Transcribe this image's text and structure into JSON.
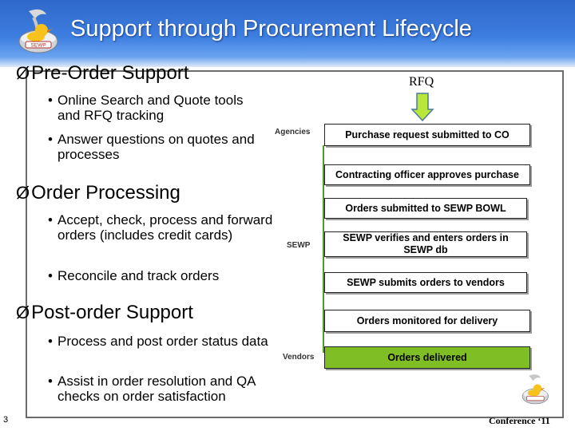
{
  "slide": {
    "title": "Support through Procurement Lifecycle",
    "page_number": "3",
    "footer": "Conference ‘11",
    "logo_text": "SEWP"
  },
  "sections": [
    {
      "heading": "Pre-Order Support",
      "bullets": [
        "Online Search and Quote tools and RFQ tracking",
        "Answer questions on quotes and processes"
      ]
    },
    {
      "heading": "Order Processing",
      "bullets": [
        "Accept, check, process and forward orders (includes credit cards)",
        "Reconcile and track orders"
      ]
    },
    {
      "heading": "Post-order Support",
      "bullets": [
        "Process and post order status data",
        "Assist in order resolution and QA checks on order satisfaction"
      ]
    }
  ],
  "flow": {
    "start_label": "RFQ",
    "lanes": [
      "Agencies",
      "SEWP",
      "Vendors"
    ],
    "steps": [
      "Purchase request submitted to  CO",
      "Contracting officer approves purchase",
      "Orders submitted to SEWP BOWL",
      "SEWP verifies and enters orders in SEWP db",
      "SEWP submits orders to vendors",
      "Orders monitored for  delivery",
      "Orders delivered"
    ],
    "colors": {
      "arrow": "#b8e639",
      "connector": "#4d9b2b",
      "final_step": "#7fbf25"
    }
  }
}
